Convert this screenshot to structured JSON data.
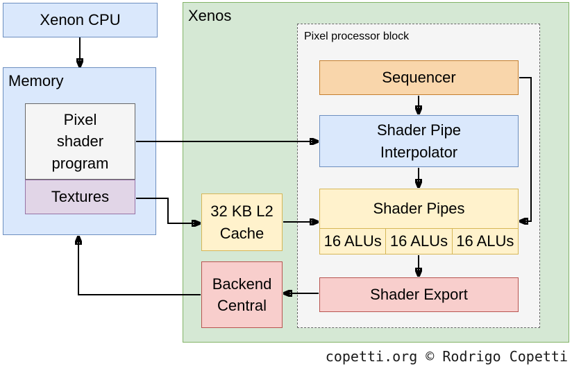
{
  "nodes": {
    "xenon_cpu": {
      "label": "Xenon CPU"
    },
    "memory": {
      "label": "Memory"
    },
    "pixel_shader_program": {
      "label": "Pixel\nshader\nprogram"
    },
    "textures": {
      "label": "Textures"
    },
    "xenos": {
      "label": "Xenos"
    },
    "pixel_processor_block": {
      "label": "Pixel processor block"
    },
    "sequencer": {
      "label": "Sequencer"
    },
    "shader_pipe_interpolator": {
      "label": "Shader Pipe\nInterpolator"
    },
    "shader_pipes": {
      "label": "Shader Pipes",
      "alus": [
        "16 ALUs",
        "16 ALUs",
        "16 ALUs"
      ]
    },
    "shader_export": {
      "label": "Shader Export"
    },
    "l2_cache": {
      "label": "32 KB L2\nCache"
    },
    "backend_central": {
      "label": "Backend\nCentral"
    }
  },
  "footer": {
    "credit": "copetti.org © Rodrigo Copetti"
  },
  "colors": {
    "blue_fill": "#dae8fc",
    "blue_stroke": "#6c8ebf",
    "green_fill": "#d5e8d4",
    "green_stroke": "#82b366",
    "orange_fill": "#f9d6ab",
    "orange_stroke": "#c57f2e",
    "yellow_fill": "#fff2cc",
    "yellow_stroke": "#d6b656",
    "red_fill": "#f8cecc",
    "red_stroke": "#b85450",
    "purple_fill": "#e1d5e7",
    "purple_stroke": "#9673a6",
    "gray_fill": "#f5f5f5",
    "gray_stroke": "#666666",
    "wire": "#000000"
  }
}
